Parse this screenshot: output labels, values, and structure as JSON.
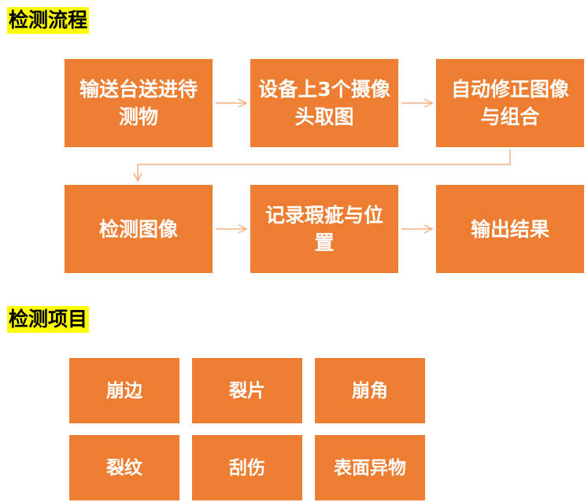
{
  "process": {
    "heading": "检测流程",
    "steps": [
      "输送台送进待测物",
      "设备上3个摄像头取图",
      "自动修正图像与组合",
      "检测图像",
      "记录瑕疵与位置",
      "输出结果"
    ]
  },
  "items": {
    "heading": "检测项目",
    "list": [
      "崩边",
      "裂片",
      "崩角",
      "裂纹",
      "刮伤",
      "表面异物"
    ]
  },
  "colors": {
    "box_fill": "#ed7d31",
    "box_text": "#ffffff",
    "heading_highlight": "#ffff00",
    "arrow": "#f4b183"
  }
}
